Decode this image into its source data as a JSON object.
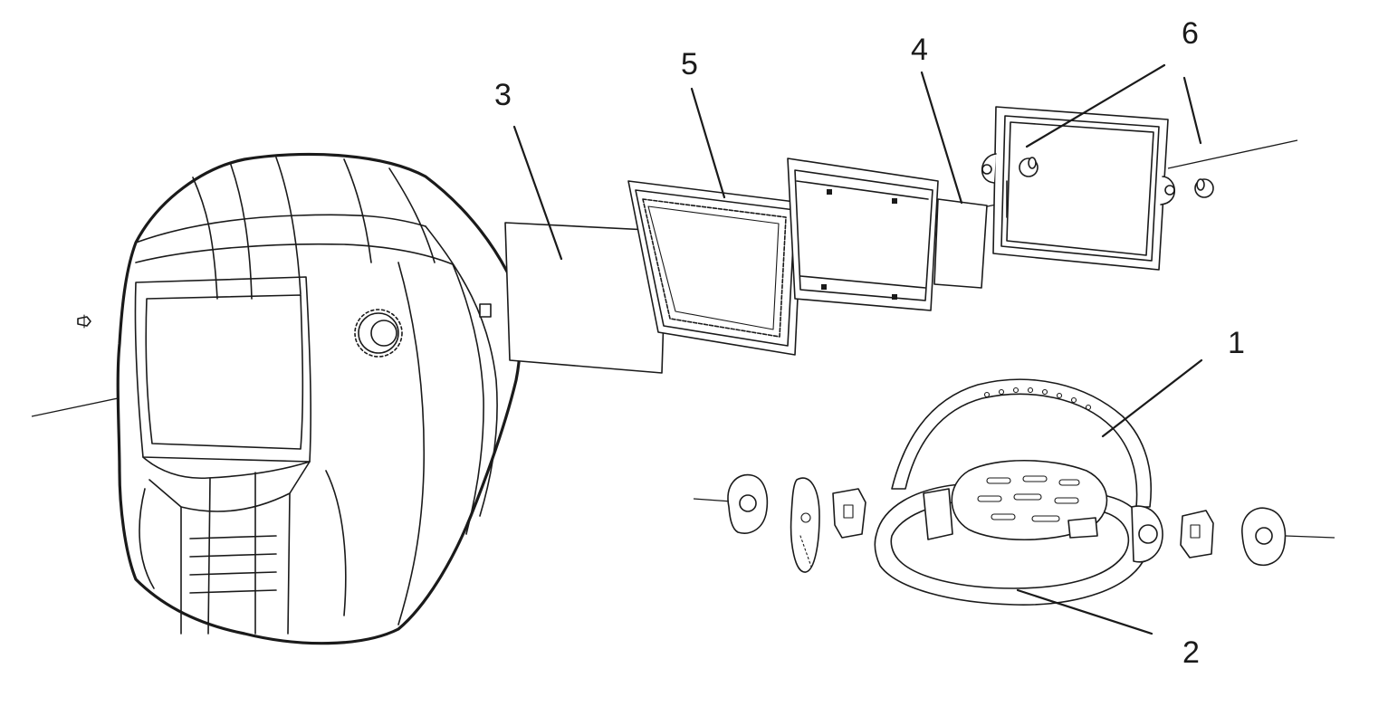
{
  "callouts": [
    {
      "id": "1",
      "label": "1"
    },
    {
      "id": "2",
      "label": "2"
    },
    {
      "id": "3",
      "label": "3"
    },
    {
      "id": "4",
      "label": "4"
    },
    {
      "id": "5",
      "label": "5"
    },
    {
      "id": "6",
      "label": "6"
    }
  ],
  "colors": {
    "ink": "#1a1a1a",
    "background": "#ffffff"
  },
  "icons": [
    "welding-helmet-shell",
    "headgear-assembly"
  ]
}
